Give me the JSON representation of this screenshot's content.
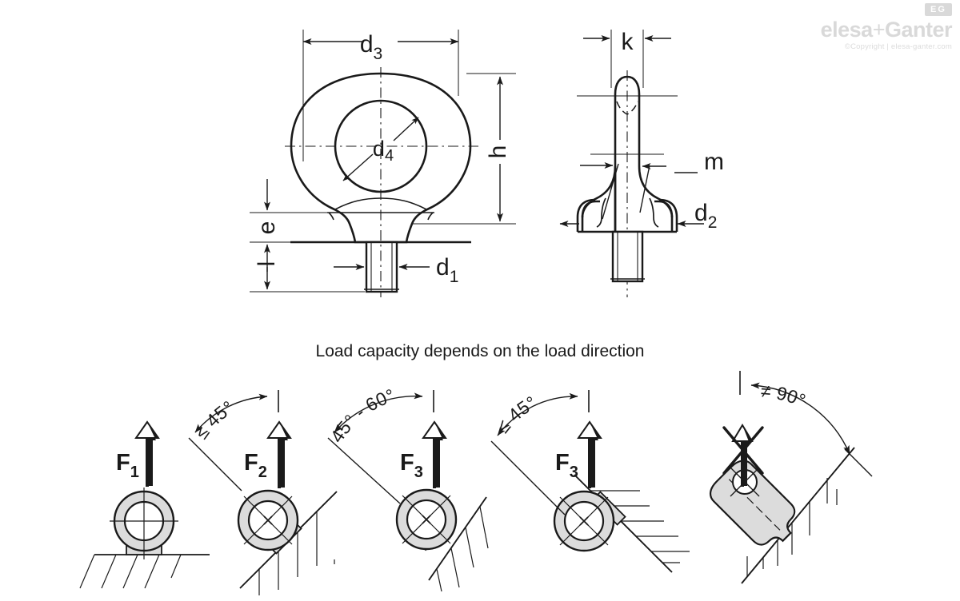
{
  "watermark": {
    "brand_part1": "elesa",
    "brand_plus": "+",
    "brand_part2": "Ganter",
    "copyright": "©Copyright | elesa-ganter.com",
    "badge": "EG",
    "color": "#d9d9d9"
  },
  "caption": {
    "text": "Load capacity depends on the load direction"
  },
  "front_view": {
    "name": "eye-bolt-front-view",
    "dimensions": {
      "d3": {
        "label": "d",
        "sub": "3"
      },
      "d4": {
        "label": "d",
        "sub": "4"
      },
      "h": {
        "label": "h",
        "sub": ""
      },
      "e": {
        "label": "e",
        "sub": ""
      },
      "l": {
        "label": "l",
        "sub": ""
      },
      "d1": {
        "label": "d",
        "sub": "1"
      }
    }
  },
  "side_view": {
    "name": "eye-bolt-side-view",
    "dimensions": {
      "k": {
        "label": "k",
        "sub": ""
      },
      "m": {
        "label": "m",
        "sub": ""
      },
      "d2": {
        "label": "d",
        "sub": "2"
      }
    }
  },
  "load_cases": [
    {
      "id": "case-1",
      "force_label": "F",
      "force_sub": "1",
      "angle_text": "",
      "surface": "horizontal",
      "allowed": true
    },
    {
      "id": "case-2",
      "force_label": "F",
      "force_sub": "2",
      "angle_text": "≤ 45°",
      "surface": "inclined-shallow",
      "allowed": true
    },
    {
      "id": "case-3",
      "force_label": "F",
      "force_sub": "3",
      "angle_text": "45° - 60°",
      "surface": "inclined-medium",
      "allowed": true
    },
    {
      "id": "case-4",
      "force_label": "F",
      "force_sub": "3",
      "angle_text": "≤ 45°",
      "surface": "inclined-steep",
      "allowed": true
    },
    {
      "id": "case-5",
      "force_label": "",
      "force_sub": "",
      "angle_text": "≠ 90°",
      "surface": "inclined-steep",
      "allowed": false
    }
  ],
  "colors": {
    "line": "#1a1a1a",
    "thin": "#333333",
    "fill_gray": "#dcdcdc",
    "white": "#ffffff"
  }
}
